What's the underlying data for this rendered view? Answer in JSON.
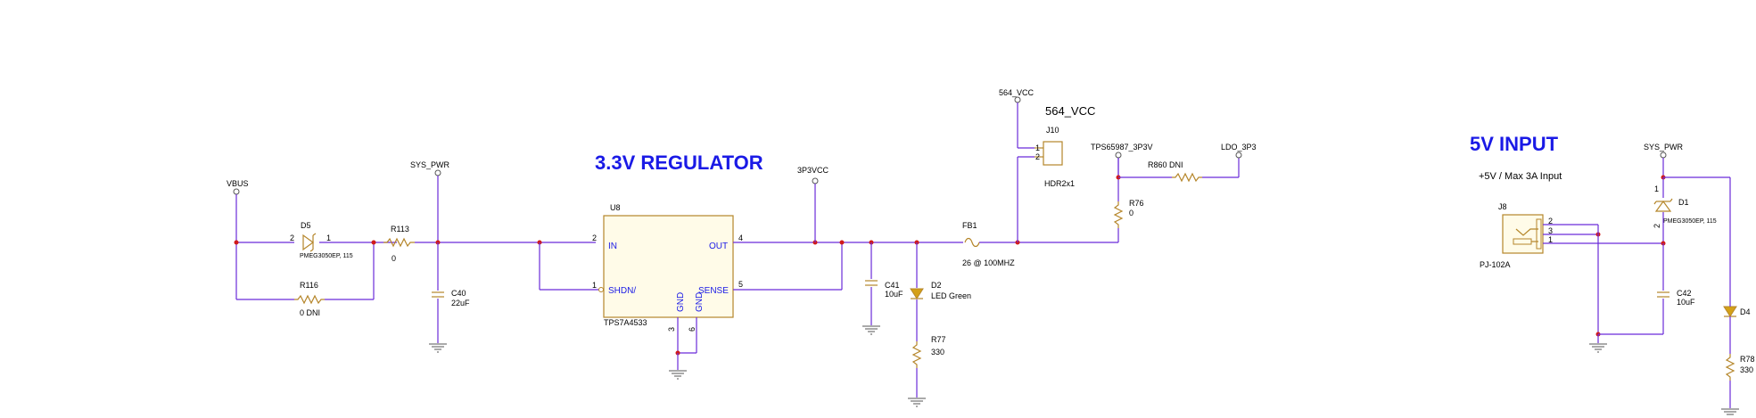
{
  "titles": {
    "regulator": "3.3V REGULATOR",
    "input": "5V INPUT",
    "input_sub": "+5V / Max 3A Input",
    "vcc_net": "564_VCC"
  },
  "nets": {
    "vbus": "VBUS",
    "sys_pwr_1": "SYS_PWR",
    "sys_pwr_2": "SYS_PWR",
    "p3v3": "3P3VCC",
    "vcc564": "564_VCC",
    "tps3p3": "TPS65987_3P3V",
    "ldo": "LDO_3P3"
  },
  "components": {
    "d5": {
      "ref": "D5",
      "part": "PMEG3050EP, 115",
      "pin_a": "2",
      "pin_k": "1"
    },
    "r113": {
      "ref": "R113",
      "value": "0"
    },
    "r116": {
      "ref": "R116",
      "value": "0 DNI"
    },
    "c40": {
      "ref": "C40",
      "value": "22uF"
    },
    "u8": {
      "ref": "U8",
      "part": "TPS7A4533",
      "in": "IN",
      "shdn": "SHDN/",
      "out": "OUT",
      "sense": "SENSE",
      "gnd1": "GND",
      "gnd2": "GND",
      "pin_in": "2",
      "pin_shdn": "1",
      "pin_out": "4",
      "pin_sense": "5",
      "pin_gnd1": "3",
      "pin_gnd2": "6"
    },
    "c41": {
      "ref": "C41",
      "value": "10uF"
    },
    "d2": {
      "ref": "D2",
      "value": "LED Green"
    },
    "r77": {
      "ref": "R77",
      "value": "330"
    },
    "fb1": {
      "ref": "FB1",
      "value": "26 @ 100MHZ"
    },
    "j10": {
      "ref": "J10",
      "part": "HDR2x1",
      "pin1": "1",
      "pin2": "2"
    },
    "r76": {
      "ref": "R76",
      "value": "0"
    },
    "r860": {
      "ref": "R860 DNI"
    },
    "j8": {
      "ref": "J8",
      "part": "PJ-102A",
      "pin1": "1",
      "pin2": "2",
      "pin3": "3"
    },
    "d1": {
      "ref": "D1",
      "part": "PMEG3050EP, 115",
      "pin1": "1",
      "pin2": "2"
    },
    "c42": {
      "ref": "C42",
      "value": "10uF"
    },
    "d4": {
      "ref": "D4"
    },
    "r78": {
      "ref": "R78",
      "value": "330"
    }
  },
  "colors": {
    "wire": "#6a2bd9",
    "part": "#b5862a",
    "junction": "#d11a1a",
    "title": "#1a1ae6"
  }
}
